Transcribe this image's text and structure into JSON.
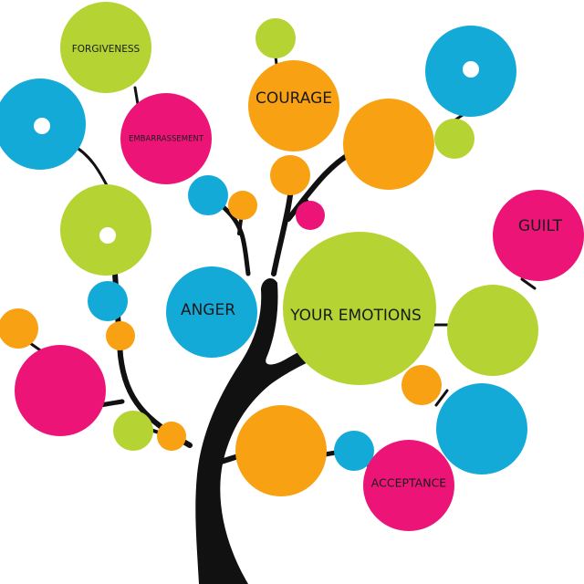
{
  "colors": {
    "lime": "#b5d333",
    "blue": "#14aad8",
    "pink": "#ec1577",
    "orange": "#f7a113",
    "trunk": "#111111",
    "hole": "#ffffff"
  },
  "labels": {
    "forgiveness": "FORGIVENESS",
    "embarrassement": "EMBARRASSEMENT",
    "courage": "COURAGE",
    "guilt": "GUILT",
    "anger": "ANGER",
    "your_emotions": "YOUR EMOTIONS",
    "acceptance": "ACCEPTANCE"
  }
}
